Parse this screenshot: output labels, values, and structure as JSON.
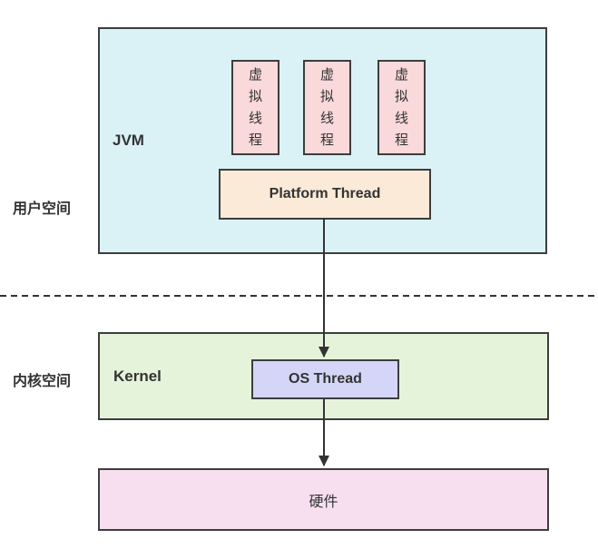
{
  "diagram": {
    "user_space": {
      "label": "用户空间",
      "jvm": {
        "label": "JVM",
        "virtual_threads": [
          {
            "label": "虚拟线程"
          },
          {
            "label": "虚拟线程"
          },
          {
            "label": "虚拟线程"
          }
        ],
        "platform_thread": {
          "label": "Platform Thread"
        }
      }
    },
    "kernel_space": {
      "label": "内核空间",
      "kernel": {
        "label": "Kernel",
        "os_thread": {
          "label": "OS Thread"
        }
      }
    },
    "hardware": {
      "label": "硬件"
    },
    "connectors": {
      "platform_to_os": "arrow-down",
      "os_to_hardware": "arrow-down",
      "divider": "dashed-line"
    },
    "colors": {
      "jvm_fill": "#daf2f6",
      "virtual_thread_fill": "#f9d9da",
      "platform_thread_fill": "#fbead8",
      "kernel_fill": "#e5f3da",
      "os_thread_fill": "#d5d5f8",
      "hardware_fill": "#f8dff0",
      "border": "#3d3d3d",
      "text": "#333333"
    }
  }
}
